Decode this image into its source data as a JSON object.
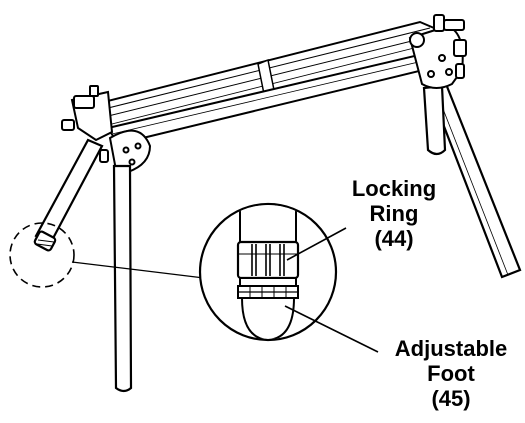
{
  "callouts": {
    "locking_ring": {
      "line1": "Locking",
      "line2": "Ring",
      "number": "(44)"
    },
    "adjustable_foot": {
      "line1": "Adjustable",
      "line2": "Foot",
      "number": "(45)"
    }
  },
  "colors": {
    "stroke": "#000000",
    "fill": "#ffffff",
    "leg_shade": "#f2f2f2"
  }
}
